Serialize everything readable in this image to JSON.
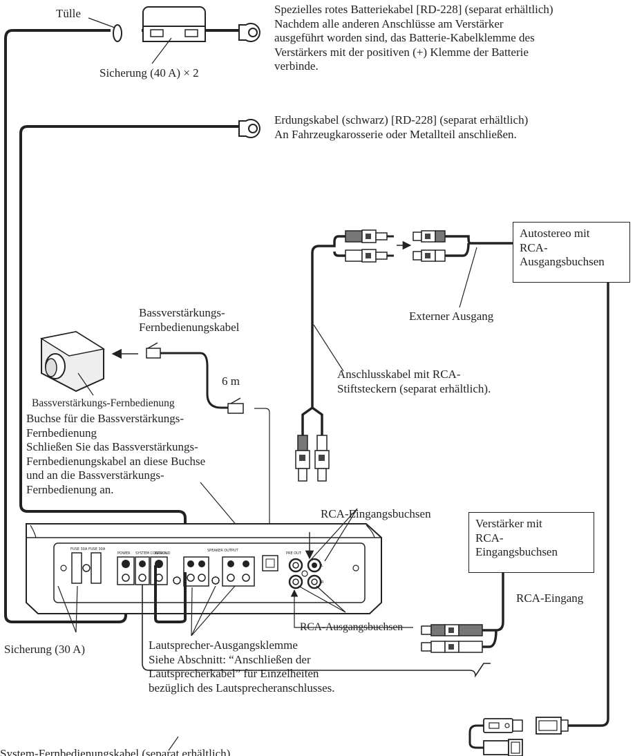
{
  "labels": {
    "grommet": "Tülle",
    "fuse_40": "Sicherung (40 A) × 2",
    "battery_cable": [
      "Spezielles rotes Batteriekabel [RD-228] (separat erhältlich)",
      "Nachdem alle anderen Anschlüsse am Verstärker",
      "ausgeführt worden sind, das Batterie-Kabelklemme des",
      "Verstärkers mit der positiven (+) Klemme der Batterie",
      "verbinde."
    ],
    "ground_cable": [
      "Erdungskabel (schwarz) [RD-228] (separat erhältlich)",
      "An Fahrzeugkarosserie oder Metallteil anschließen."
    ],
    "car_stereo": [
      "Autostereo mit",
      "RCA-",
      "Ausgangsbuchsen"
    ],
    "external_output": "Externer Ausgang",
    "bass_remote_cable": [
      "Bassverstärkungs-",
      "Fernbedienungskabel"
    ],
    "length": "6 m",
    "rca_pin_cable": [
      "Anschlusskabel mit RCA-",
      "Stiftsteckern (separat erhältlich)."
    ],
    "bass_remote": "Bassverstärkungs-Fernbedienung",
    "bass_jack": [
      "Buchse für die Bassverstärkungs-",
      "Fernbedienung",
      "Schließen Sie das Bassverstärkungs-",
      "Fernbedienungskabel an diese Buchse",
      "und an die Bassverstärkungs-",
      "Fernbedienung an."
    ],
    "rca_inputs": "RCA-Eingangsbuchsen",
    "amp_box": [
      "Verstärker mit",
      "RCA-",
      "Eingangsbuchsen"
    ],
    "rca_input": "RCA-Eingang",
    "rca_outputs": "RCA-Ausgangsbuchsen",
    "fuse_30": "Sicherung (30 A)",
    "speaker_terminal": [
      "Lautsprecher-Ausgangsklemme",
      "Siehe Abschnitt: “Anschließen der",
      "Lautsprecherkabel” für Einzelheiten",
      "bezüglich des Lautsprecheranschlusses."
    ],
    "system_remote_cable": "System-Fernbedienungskabel (separat erhältlich)"
  },
  "amp_panel": {
    "fuse_label": "FUSE 30A",
    "power": "POWER",
    "system_control": "SYSTEM CONTROL",
    "ground": "GROUND",
    "speaker_output": "SPEAKER OUTPUT",
    "pre_out": "PRE OUT",
    "l": "L",
    "r": "R"
  }
}
